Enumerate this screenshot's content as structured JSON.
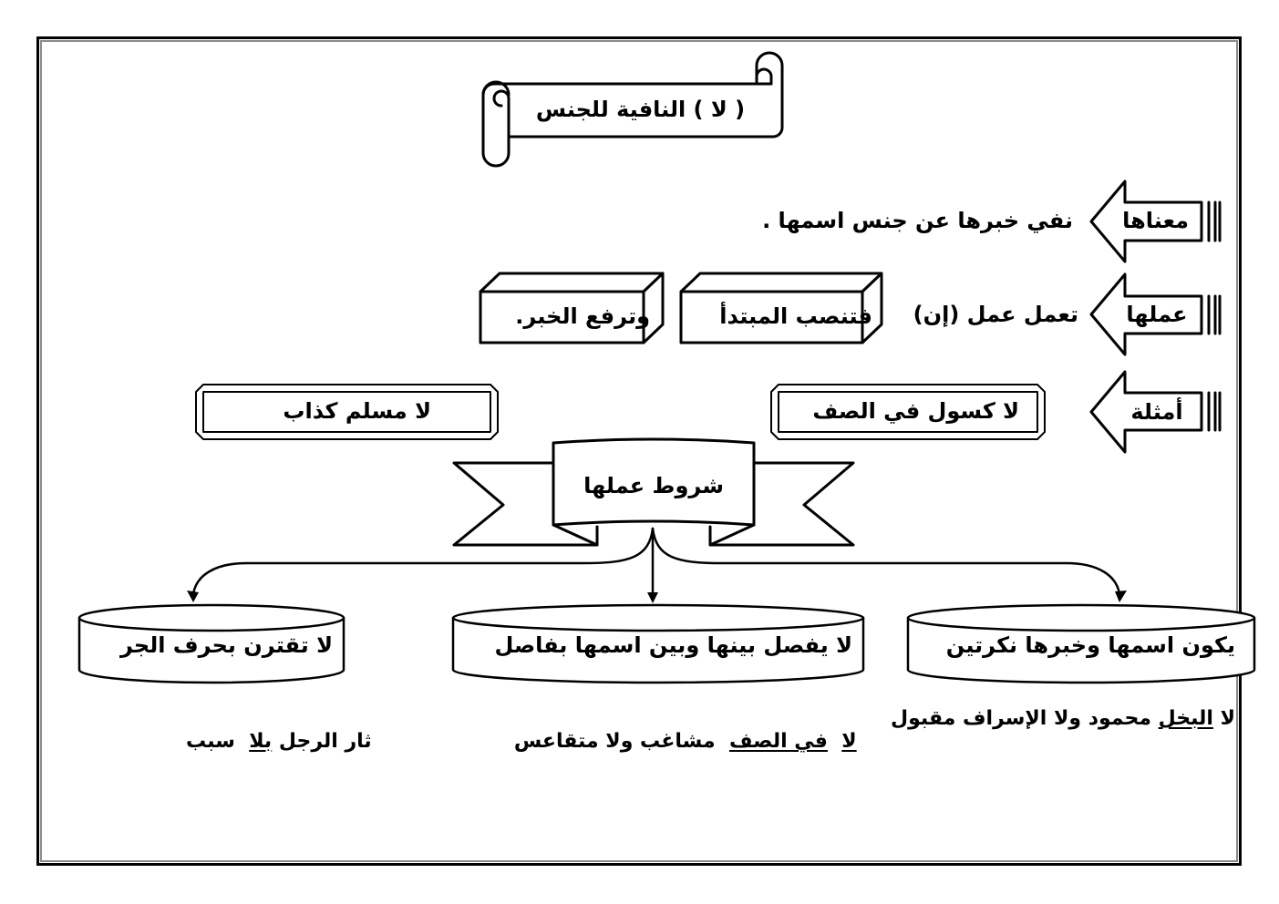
{
  "title": "( لا ) النافية للجنس",
  "meaning": {
    "label": "معناها",
    "text": "نفي خبرها عن جنس اسمها ."
  },
  "work": {
    "label": "عملها",
    "text": "تعمل عمل (إن)",
    "box1": "فتنصب المبتدأ",
    "box2": "وترفع الخبر."
  },
  "examples": {
    "label": "أمثلة",
    "ex1": "لا كسول في الصف",
    "ex2": "لا مسلم كذاب"
  },
  "conditions": {
    "banner": "شروط عملها",
    "cond1": "يكون اسمها وخبرها نكرتين",
    "cond2": "لا يفصل بينها وبين اسمها بفاصل",
    "cond3": "لا تقترن بحرف الجر"
  },
  "condition_examples": {
    "ex1": {
      "p1": "لا ",
      "u1": "البخل",
      "p2": " محمود ولا الإسراف مقبول"
    },
    "ex2": {
      "u1": "لا",
      "p1": "  ",
      "u2": "في الصف",
      "p2": "  مشاغب ولا متقاعس"
    },
    "ex3": {
      "p1": "ثار الرجل ",
      "u1": "بلا",
      "p2": "  سبب"
    }
  }
}
